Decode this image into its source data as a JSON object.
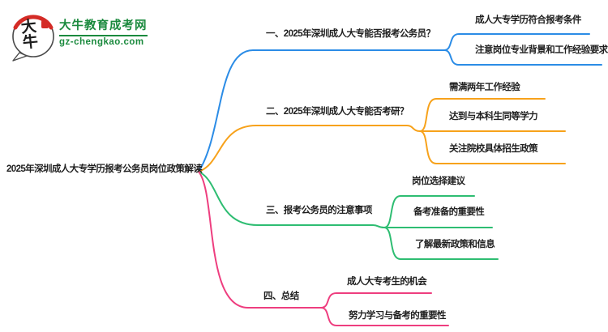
{
  "logo": {
    "mark_text": "大牛",
    "title": "大牛教育成考网",
    "domain": "gz-chengkao.com",
    "brand_green": "#1b8a3e",
    "seal_red": "#d42b26"
  },
  "colors": {
    "branch1": "#2b8ce6",
    "branch2": "#f7a21b",
    "branch3": "#2ebd72",
    "branch4": "#ee3e7f",
    "text": "#1f1f1f"
  },
  "mindmap": {
    "root": "2025年深圳成人大专学历报考公务员岗位政策解读",
    "branches": [
      {
        "label": "一、2025年深圳成人大专能否报考公务员？",
        "color": "#2b8ce6",
        "children": [
          "成人大专学历符合报考条件",
          "注意岗位专业背景和工作经验要求"
        ]
      },
      {
        "label": "二、2025年深圳成人大专能否考研？",
        "color": "#f7a21b",
        "children": [
          "需满两年工作经验",
          "达到与本科生同等学力",
          "关注院校具体招生政策"
        ]
      },
      {
        "label": "三、报考公务员的注意事项",
        "color": "#2ebd72",
        "children": [
          "岗位选择建议",
          "备考准备的重要性",
          "了解最新政策和信息"
        ]
      },
      {
        "label": "四、总结",
        "color": "#ee3e7f",
        "children": [
          "成人大专考生的机会",
          "努力学习与备考的重要性"
        ]
      }
    ]
  }
}
